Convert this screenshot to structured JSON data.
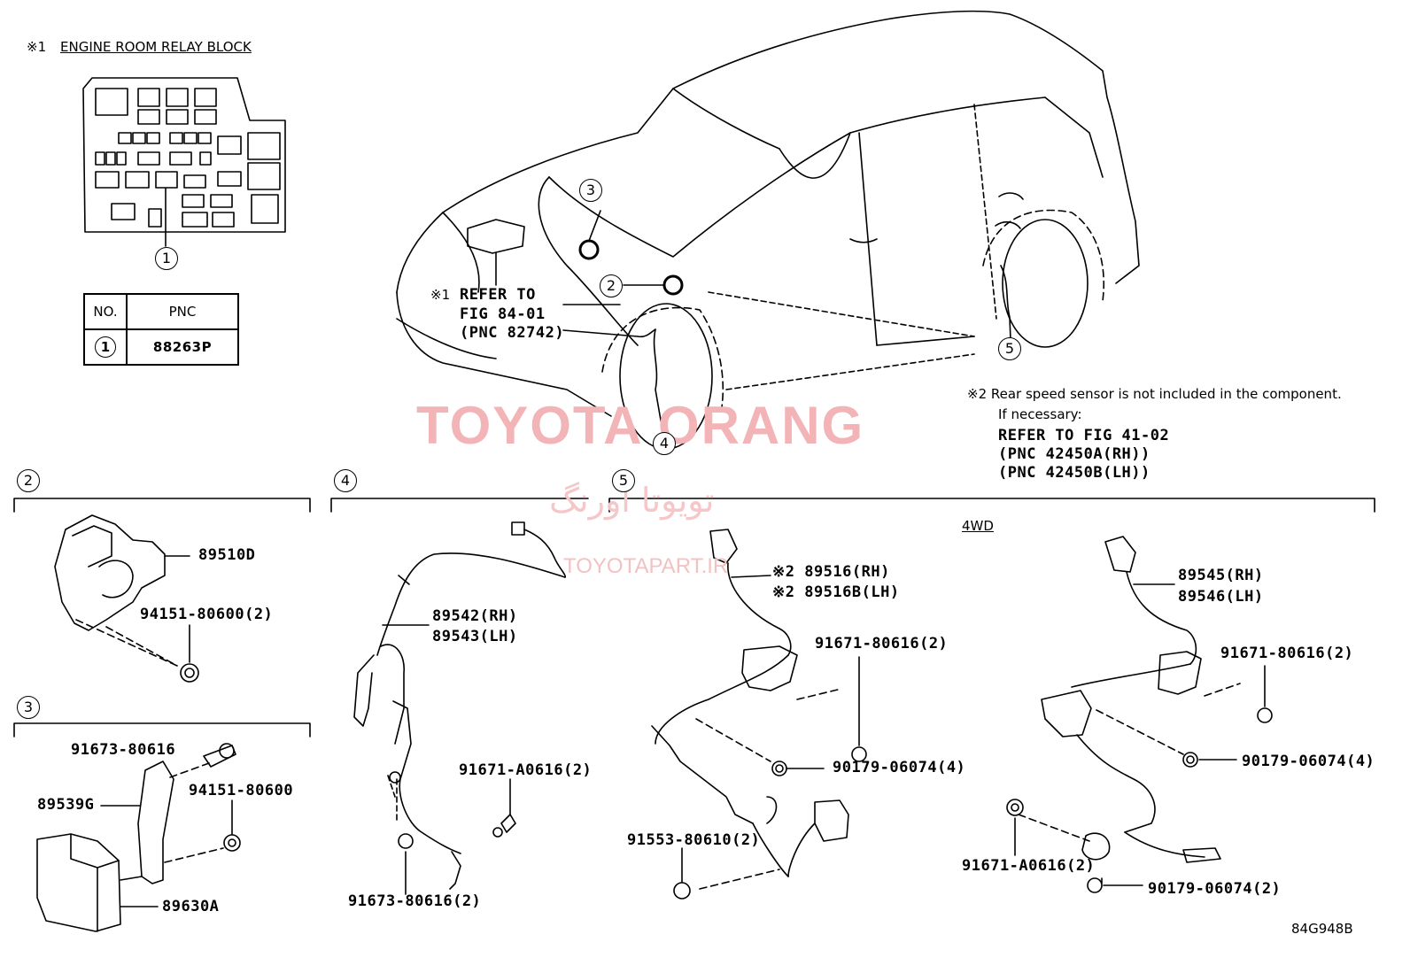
{
  "relay_block": {
    "mark": "※1",
    "title": "ENGINE ROOM RELAY BLOCK",
    "callout": "1"
  },
  "pnc_table": {
    "headers": [
      "NO.",
      "PNC"
    ],
    "rows": [
      {
        "no": "1",
        "pnc": "88263P"
      }
    ]
  },
  "car_callouts": [
    "3",
    "2",
    "4",
    "5"
  ],
  "refer_note": {
    "mark": "※1",
    "lines": [
      "REFER TO",
      "FIG 84-01",
      "(PNC 82742)"
    ]
  },
  "rear_note": {
    "line1": "※2 Rear speed sensor is not included in the component.",
    "line2": "If necessary:",
    "line3": "REFER TO FIG 41-02",
    "line4": "(PNC 42450A(RH))",
    "line5": "(PNC 42450B(LH))"
  },
  "watermark": {
    "main": "TOYOTA ORANG",
    "farsi": "تویوتا اورنگ",
    "site": "TOYOTAPART.IR"
  },
  "section2": {
    "number": "2",
    "parts": [
      "89510D",
      "94151-80600(2)"
    ]
  },
  "section3": {
    "number": "3",
    "parts": [
      "91673-80616",
      "89539G",
      "94151-80600",
      "89630A"
    ]
  },
  "section4": {
    "number": "4",
    "parts": [
      "89542(RH)",
      "89543(LH)",
      "91671-A0616(2)",
      "91673-80616(2)"
    ]
  },
  "section5": {
    "number": "5",
    "variant": "4WD",
    "parts_left": [
      "※2 89516(RH)",
      "※2 89516B(LH)",
      "91671-80616(2)",
      "90179-06074(4)",
      "91553-80610(2)"
    ],
    "parts_right": [
      "89545(RH)",
      "89546(LH)",
      "91671-80616(2)",
      "90179-06074(4)",
      "91671-A0616(2)",
      "90179-06074(2)"
    ]
  },
  "figure_code": "84G948B"
}
